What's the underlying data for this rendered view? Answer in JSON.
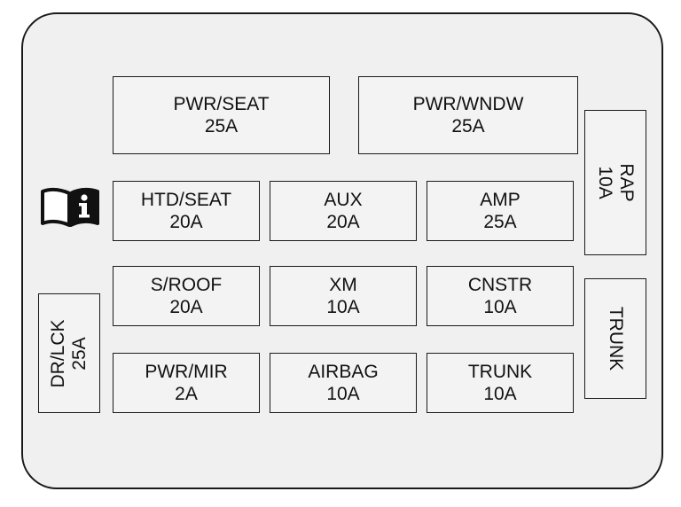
{
  "fuses": {
    "pwr_seat": {
      "name": "PWR/SEAT",
      "rating": "25A"
    },
    "pwr_wndw": {
      "name": "PWR/WNDW",
      "rating": "25A"
    },
    "rap": {
      "name": "RAP",
      "rating": "10A"
    },
    "htd_seat": {
      "name": "HTD/SEAT",
      "rating": "20A"
    },
    "aux": {
      "name": "AUX",
      "rating": "20A"
    },
    "amp": {
      "name": "AMP",
      "rating": "25A"
    },
    "s_roof": {
      "name": "S/ROOF",
      "rating": "20A"
    },
    "xm": {
      "name": "XM",
      "rating": "10A"
    },
    "cnstr": {
      "name": "CNSTR",
      "rating": "10A"
    },
    "trunk_relay": {
      "name": "TRUNK"
    },
    "dr_lck": {
      "name": "DR/LCK",
      "rating": "25A"
    },
    "pwr_mir": {
      "name": "PWR/MIR",
      "rating": "2A"
    },
    "airbag": {
      "name": "AIRBAG",
      "rating": "10A"
    },
    "trunk": {
      "name": "TRUNK",
      "rating": "10A"
    }
  },
  "icons": {
    "manual": "owner-manual-info-icon"
  }
}
